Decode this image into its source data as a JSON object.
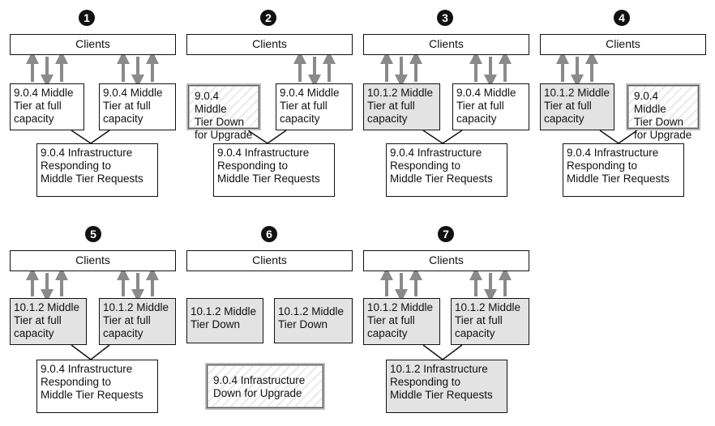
{
  "steps": [
    {
      "number": "1",
      "clients": "Clients",
      "tier_a": "9.0.4 Middle\nTier at full\ncapacity",
      "tier_b": "9.0.4 Middle\nTier at full\ncapacity",
      "infra": "9.0.4 Infrastructure\nResponding to\nMiddle Tier Requests"
    },
    {
      "number": "2",
      "clients": "Clients",
      "tier_a": "9.0.4 Middle\nTier Down\nfor Upgrade",
      "tier_b": "9.0.4 Middle\nTier at full\ncapacity",
      "infra": "9.0.4 Infrastructure\nResponding to\nMiddle Tier Requests"
    },
    {
      "number": "3",
      "clients": "Clients",
      "tier_a": "10.1.2 Middle\nTier at full\ncapacity",
      "tier_b": "9.0.4 Middle\nTier at full\ncapacity",
      "infra": "9.0.4 Infrastructure\nResponding to\nMiddle Tier Requests"
    },
    {
      "number": "4",
      "clients": "Clients",
      "tier_a": "10.1.2 Middle\nTier at full\ncapacity",
      "tier_b": "9.0.4 Middle\nTier Down\nfor Upgrade",
      "infra": "9.0.4 Infrastructure\nResponding to\nMiddle Tier Requests"
    },
    {
      "number": "5",
      "clients": "Clients",
      "tier_a": "10.1.2 Middle\nTier at full\ncapacity",
      "tier_b": "10.1.2 Middle\nTier at full\ncapacity",
      "infra": "9.0.4 Infrastructure\nResponding to\nMiddle Tier Requests"
    },
    {
      "number": "6",
      "clients": "Clients",
      "tier_a": "10.1.2 Middle\nTier Down",
      "tier_b": "10.1.2 Middle\nTier Down",
      "infra": "9.0.4 Infrastructure\nDown for Upgrade"
    },
    {
      "number": "7",
      "clients": "Clients",
      "tier_a": "10.1.2 Middle\nTier at full\ncapacity",
      "tier_b": "10.1.2 Middle\nTier at full\ncapacity",
      "infra": "10.1.2 Infrastructure\nResponding to\nMiddle Tier Requests"
    }
  ]
}
